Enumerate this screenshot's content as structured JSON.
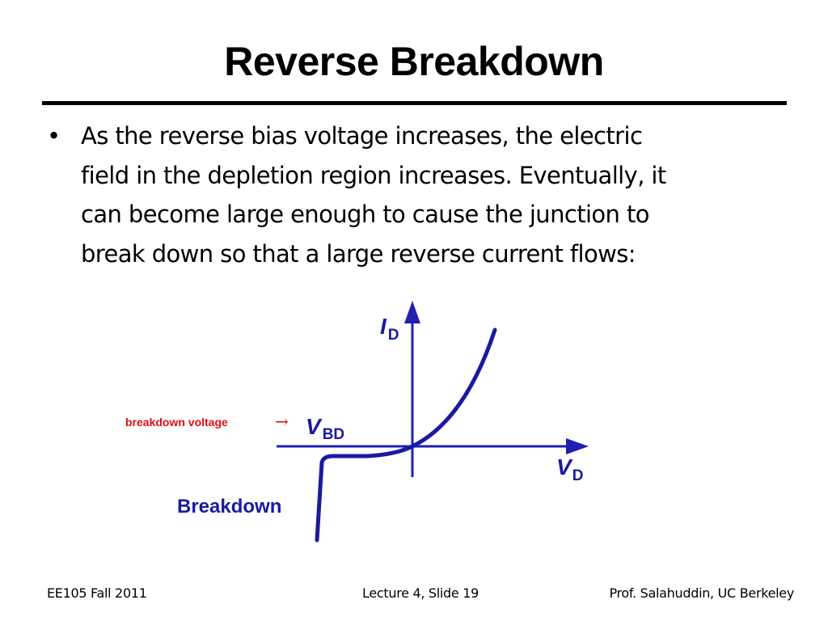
{
  "slide": {
    "title": "Reverse Breakdown",
    "bullet": {
      "symbol": "•",
      "lines": [
        "As the reverse bias voltage increases, the electric",
        "field in the depletion region increases.  Eventually, it",
        "can become large enough to cause the junction to",
        "break down so that a large reverse current flows:"
      ]
    }
  },
  "diagram": {
    "y_axis_label": "I",
    "y_axis_subscript": "D",
    "x_axis_label": "V",
    "x_axis_subscript": "D",
    "vbd_label": "V",
    "vbd_subscript": "BD",
    "breakdown_label": "Breakdown",
    "annotation_text": "breakdown voltage",
    "annotation_arrow": "→",
    "colors": {
      "curve": "#1a1aa0",
      "axes": "#2020b0",
      "labels": "#1a1aa0",
      "annotation": "#e01010"
    }
  },
  "footer": {
    "left": "EE105 Fall 2011",
    "center": "Lecture 4, Slide 19",
    "right": "Prof. Salahuddin, UC Berkeley"
  }
}
